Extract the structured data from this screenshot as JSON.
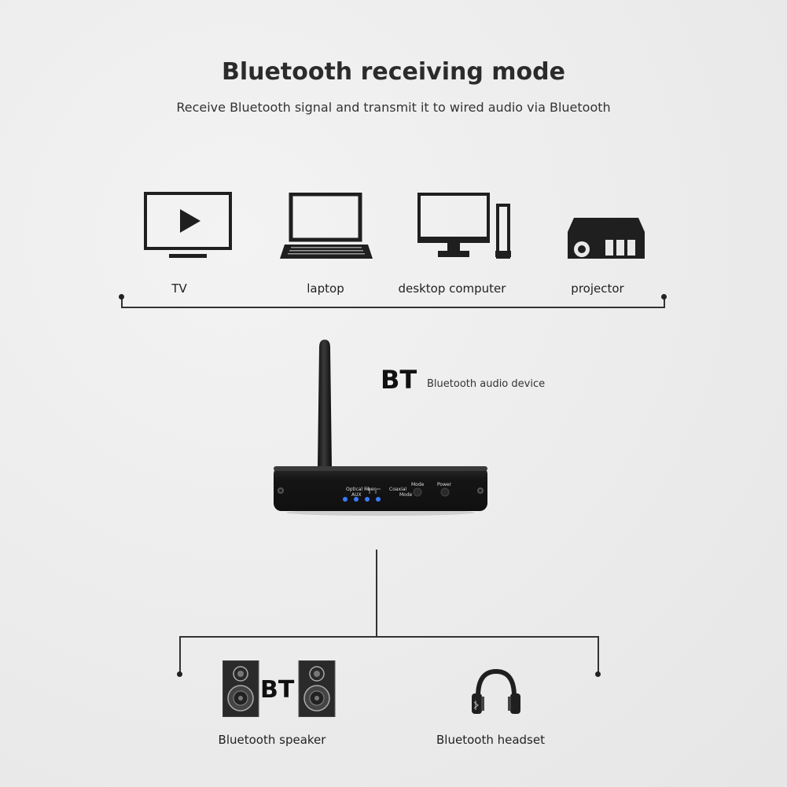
{
  "header": {
    "title": "Bluetooth receiving mode",
    "subtitle": "Receive Bluetooth signal and transmit it to wired audio via Bluetooth"
  },
  "sources": [
    {
      "label": "TV",
      "icon": "tv-icon"
    },
    {
      "label": "laptop",
      "icon": "laptop-icon"
    },
    {
      "label": "desktop computer",
      "icon": "desktop-computer-icon"
    },
    {
      "label": "projector",
      "icon": "projector-icon"
    }
  ],
  "device": {
    "badge": "BT",
    "caption": "Bluetooth audio device",
    "panel": {
      "optical_label": "Optical Fiber",
      "aux_label": "AUX",
      "coaxial_label": "Coaxial",
      "mode_small_label": "Mode",
      "mode_button_label": "Mode",
      "power_button_label": "Power"
    }
  },
  "outputs": [
    {
      "label": "Bluetooth speaker",
      "icon": "speaker-icon",
      "badge": "BT"
    },
    {
      "label": "Bluetooth headset",
      "icon": "headset-icon"
    }
  ],
  "colors": {
    "line": "#333333",
    "icon": "#1f1f1f",
    "led": "#3a7bff",
    "device_body": "#1c1c1c"
  }
}
